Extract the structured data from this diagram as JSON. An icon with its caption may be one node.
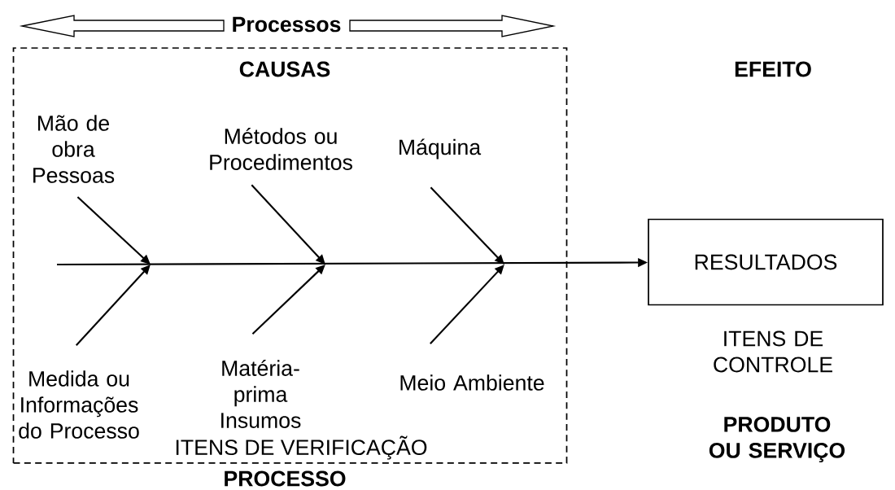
{
  "diagram": {
    "nodes": [
      {
        "text": [
          "CAUSAS",
          "ITENS DE VERIFICAÇÃO",
          "PROCESSO"
        ]
      },
      {
        "text": [
          "Mão de obra Pessoas"
        ],
        "in": 0
      },
      {
        "text": [
          "Métodos ou Procedimentos"
        ],
        "in": 0
      },
      {
        "text": [
          "Máquina"
        ],
        "in": 0
      },
      {
        "text": [
          "Medida ou Informações do Processo"
        ],
        "in": 0
      },
      {
        "text": [
          "Matéria-prima Insumos"
        ],
        "in": 0
      },
      {
        "text": [
          "Meio Ambiente"
        ],
        "in": 0
      },
      {
        "text": [
          "RESULTADOS"
        ]
      }
    ],
    "edges": [
      {
        "from": 1,
        "to": null,
        "arrow": "to"
      },
      {
        "from": 2,
        "to": null,
        "arrow": "to"
      },
      {
        "from": 3,
        "to": null,
        "arrow": "to"
      },
      {
        "from": 4,
        "to": null,
        "arrow": "to"
      },
      {
        "from": 5,
        "to": null,
        "arrow": "to"
      },
      {
        "from": 6,
        "to": null,
        "arrow": "to"
      },
      {
        "from": null,
        "to": 7,
        "arrow": "to"
      }
    ],
    "labels": [
      "Processos",
      "EFEITO",
      "ITENS DE CONTROLE",
      "PRODUTO OU SERVIÇO"
    ]
  }
}
